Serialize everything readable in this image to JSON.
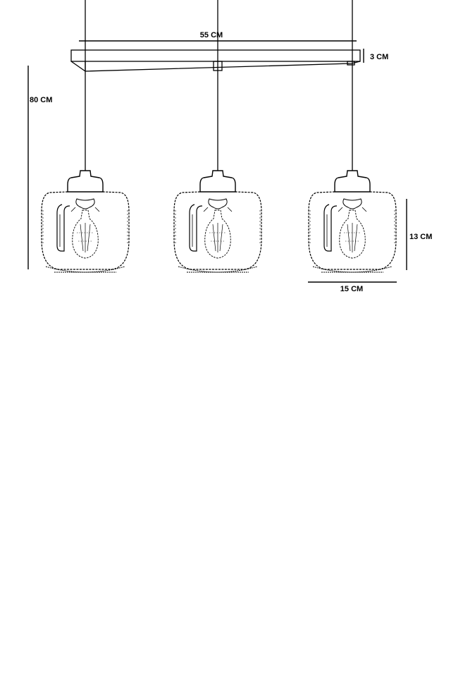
{
  "dimensions": {
    "width": "55 CM",
    "canopy_height": "3 CM",
    "total_height": "80 CM",
    "shade_height": "13 CM",
    "shade_width": "15 CM"
  },
  "colors": {
    "line": "#000000",
    "background": "#ffffff"
  },
  "pendant_count": 3
}
